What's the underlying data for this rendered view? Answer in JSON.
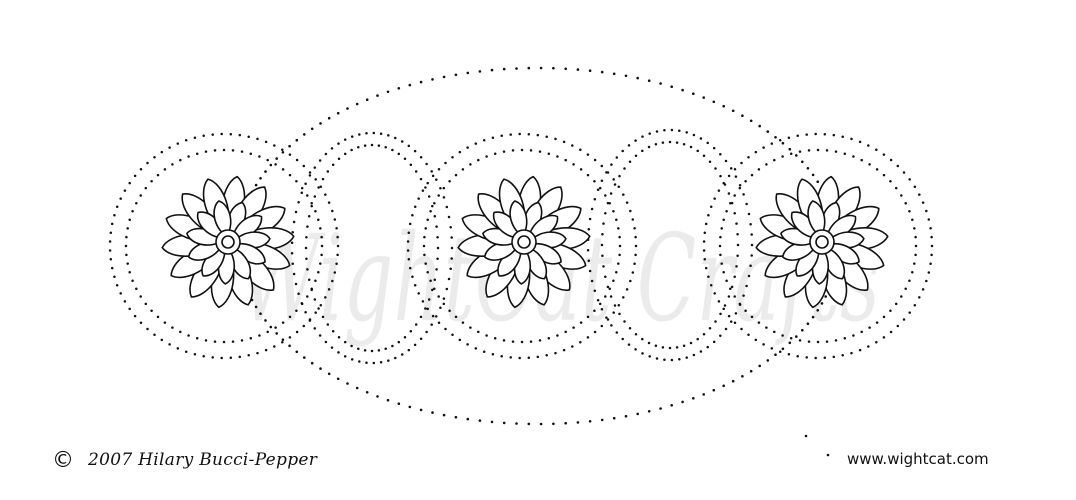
{
  "pattern": {
    "description_label": "dotted pricking pattern",
    "flowers": [
      "flower-icon",
      "flower-icon",
      "flower-icon"
    ],
    "dot_color": "#111111",
    "line_color": "#111111"
  },
  "watermark": {
    "text": "WightCat Crafts",
    "color": "#dcdcdc"
  },
  "footer": {
    "copyright_symbol": "©",
    "copyright_text": "2007 Hilary Bucci-Pepper",
    "website": "www.wightcat.com"
  }
}
